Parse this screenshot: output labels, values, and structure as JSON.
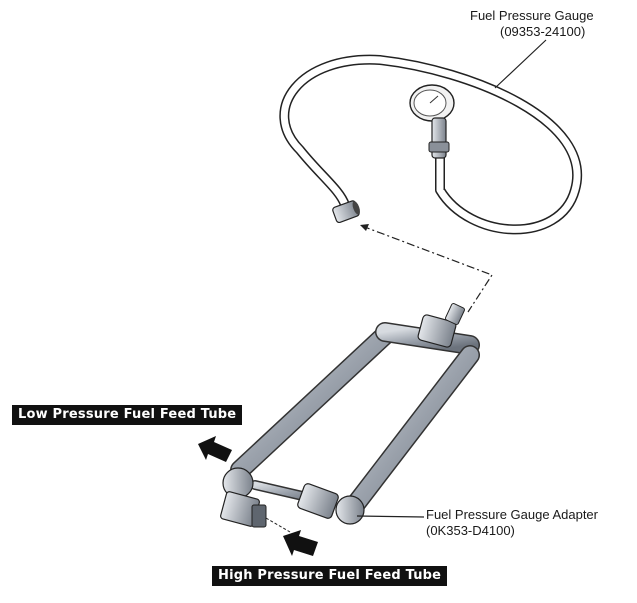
{
  "labels": {
    "gauge": {
      "name": "Fuel Pressure Gauge",
      "part_number": "(09353-24100)"
    },
    "adapter": {
      "name": "Fuel Pressure Gauge Adapter",
      "part_number": "(0K353-D4100)"
    },
    "low_pressure_tube": "Low Pressure Fuel Feed Tube",
    "high_pressure_tube": "High Pressure Fuel Feed Tube"
  },
  "colors": {
    "metal": "#b9bec6",
    "metal_dark": "#6f7680",
    "hose": "#ffffff",
    "outline": "#222222",
    "tag_background": "#111111",
    "tag_text": "#ffffff"
  },
  "icons": [
    "pointer-arrow-icon",
    "leader-line",
    "dash-dot-connection-line"
  ]
}
